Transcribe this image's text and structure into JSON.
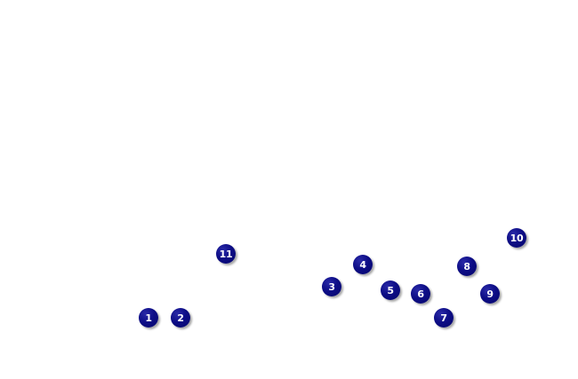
{
  "markers": [
    {
      "label": "1"
    },
    {
      "label": "2"
    },
    {
      "label": "3"
    },
    {
      "label": "4"
    },
    {
      "label": "5"
    },
    {
      "label": "6"
    },
    {
      "label": "7"
    },
    {
      "label": "8"
    },
    {
      "label": "9"
    },
    {
      "label": "10"
    },
    {
      "label": "11"
    }
  ],
  "colors": {
    "marker_fill": "#0d0d86",
    "marker_text": "#ffffff",
    "background": "#ffffff"
  }
}
